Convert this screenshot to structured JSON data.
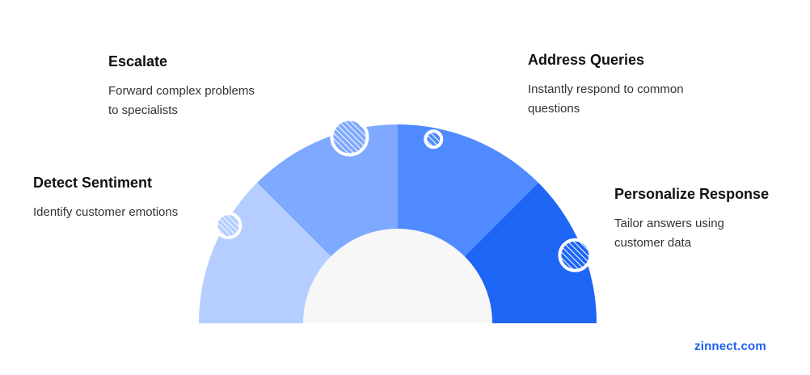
{
  "stages": [
    {
      "key": "detect",
      "title": "Detect Sentiment",
      "description": "Identify customer emotions",
      "color": "#b5ceff"
    },
    {
      "key": "escalate",
      "title": "Escalate",
      "description": "Forward complex problems\nto specialists",
      "color": "#7ea9ff"
    },
    {
      "key": "address",
      "title": "Address Queries",
      "description": "Instantly respond to common\nquestions",
      "color": "#4f8bff"
    },
    {
      "key": "personalize",
      "title": "Personalize Response",
      "description": "Tailor answers using\ncustomer data",
      "color": "#1e66f5"
    }
  ],
  "colors": {
    "inner": "#f7f7f7",
    "marker_stroke": "#ffffff"
  },
  "brand": "zinnect.com"
}
